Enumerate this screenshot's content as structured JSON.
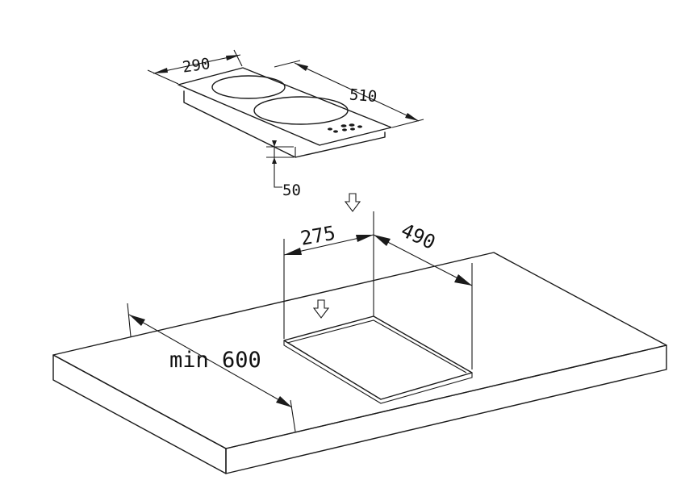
{
  "dimensions": {
    "hob_width": "290",
    "hob_depth": "510",
    "hob_height": "50",
    "cutout_width": "275",
    "cutout_depth": "490",
    "min_clearance": "min 600"
  },
  "icons": {
    "insert_arrow_top": "down-arrow-icon",
    "insert_arrow_bottom": "down-arrow-icon"
  }
}
